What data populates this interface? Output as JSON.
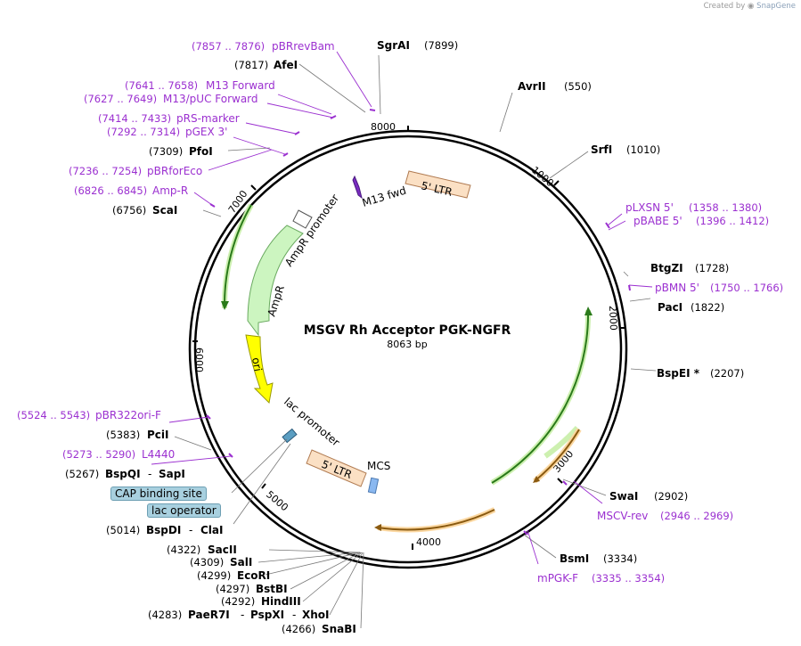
{
  "credit": {
    "prefix": "Created by",
    "brand": "SnapGene"
  },
  "plasmid": {
    "name": "MSGV Rh Acceptor PGK-NGFR",
    "size_label": "8063 bp",
    "length": 8063
  },
  "ticks": [
    "1000",
    "2000",
    "3000",
    "4000",
    "5000",
    "6000",
    "7000",
    "8000"
  ],
  "sites": [
    {
      "id": "sgrai",
      "name": "SgrAI",
      "pos": "(7899)"
    },
    {
      "id": "afei",
      "name": "AfeI",
      "pos": "(7817)"
    },
    {
      "id": "avrii",
      "name": "AvrII",
      "pos": "(550)"
    },
    {
      "id": "srfi",
      "name": "SrfI",
      "pos": "(1010)"
    },
    {
      "id": "pfoi",
      "name": "PfoI",
      "pos": "(7309)"
    },
    {
      "id": "scai",
      "name": "ScaI",
      "pos": "(6756)"
    },
    {
      "id": "btgzi",
      "name": "BtgZI",
      "pos": "(1728)"
    },
    {
      "id": "paci",
      "name": "PacI",
      "pos": "(1822)"
    },
    {
      "id": "bspei",
      "name": "BspEI *",
      "pos": "(2207)"
    },
    {
      "id": "swai",
      "name": "SwaI",
      "pos": "(2902)"
    },
    {
      "id": "bsmi",
      "name": "BsmI",
      "pos": "(3334)"
    },
    {
      "id": "pcii",
      "name": "PciI",
      "pos": "(5383)"
    },
    {
      "id": "bspqi",
      "name": "BspQI",
      "extra": "SapI",
      "pos": "(5267)"
    },
    {
      "id": "bspdi",
      "name": "BspDI",
      "extra": "ClaI",
      "pos": "(5014)"
    },
    {
      "id": "sacii",
      "name": "SacII",
      "pos": "(4322)"
    },
    {
      "id": "sali",
      "name": "SalI",
      "pos": "(4309)"
    },
    {
      "id": "ecori",
      "name": "EcoRI",
      "pos": "(4299)"
    },
    {
      "id": "bstbi",
      "name": "BstBI",
      "pos": "(4297)"
    },
    {
      "id": "hindiii",
      "name": "HindIII",
      "pos": "(4292)"
    },
    {
      "id": "paer7i",
      "name": "PaeR7I",
      "extra": "PspXI",
      "extra2": "XhoI",
      "pos": "(4283)"
    },
    {
      "id": "snabi",
      "name": "SnaBI",
      "pos": "(4266)"
    }
  ],
  "primers": [
    {
      "id": "pbrrevbam",
      "name": "pBRrevBam",
      "pos": "(7857 .. 7876)"
    },
    {
      "id": "m13fwd1",
      "name": "M13 Forward",
      "pos": "(7641 .. 7658)"
    },
    {
      "id": "m13puc",
      "name": "M13/pUC Forward",
      "pos": "(7627 .. 7649)"
    },
    {
      "id": "prs",
      "name": "pRS-marker",
      "pos": "(7414 .. 7433)"
    },
    {
      "id": "pgex",
      "name": "pGEX 3'",
      "pos": "(7292 .. 7314)"
    },
    {
      "id": "pbrforeco",
      "name": "pBRforEco",
      "pos": "(7236 .. 7254)"
    },
    {
      "id": "ampr_p",
      "name": "Amp-R",
      "pos": "(6826 .. 6845)"
    },
    {
      "id": "plxsn",
      "name": "pLXSN 5'",
      "pos": "(1358 .. 1380)"
    },
    {
      "id": "pbabe",
      "name": "pBABE 5'",
      "pos": "(1396 .. 1412)"
    },
    {
      "id": "pbmn",
      "name": "pBMN 5'",
      "pos": "(1750 .. 1766)"
    },
    {
      "id": "msgvrev",
      "name": "MSCV-rev",
      "pos": "(2946 .. 2969)"
    },
    {
      "id": "mpgk",
      "name": "mPGK-F",
      "pos": "(3335 .. 3354)"
    },
    {
      "id": "pbr322",
      "name": "pBR322ori-F",
      "pos": "(5524 .. 5543)"
    },
    {
      "id": "l4440",
      "name": "L4440",
      "pos": "(5273 .. 5290)"
    }
  ],
  "features": {
    "ltr_top": "5' LTR",
    "ltr_bottom": "5' LTR",
    "m13fwd": "M13 fwd",
    "ampr_promoter": "AmpR promoter",
    "ampr": "AmpR",
    "ori": "ori",
    "lac_promoter": "lac promoter",
    "mcs": "MCS",
    "cap": "CAP binding site",
    "lacop": "lac operator"
  },
  "colors": {
    "primer": "#9b30d0",
    "ampr": "#ccf5c0",
    "ori": "#ffff00",
    "ltr": "#fbe0c4",
    "orf": "#9cd46c",
    "orange": "#d08a2a"
  }
}
